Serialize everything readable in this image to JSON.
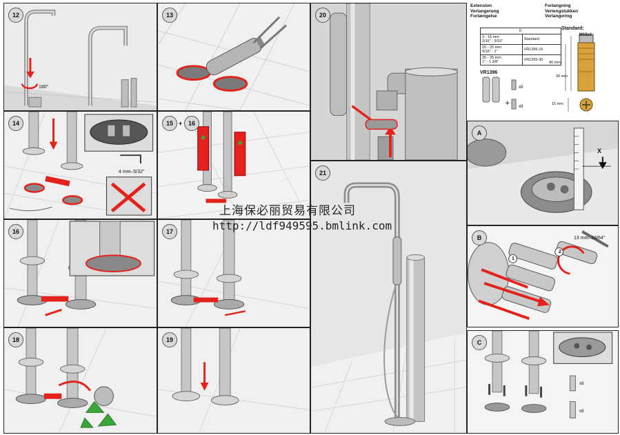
{
  "steps": {
    "s12": "12",
    "s13": "13",
    "s14": "14",
    "s15": "15",
    "plus": "+",
    "s16": "16",
    "s16b": "16",
    "s17": "17",
    "s18": "18",
    "s19": "19",
    "s20": "20",
    "s21": "21",
    "sA": "A",
    "sB": "B",
    "sC": "C"
  },
  "labels": {
    "rotate": "180°",
    "allen_key": "4 mm–5/32\"",
    "wrench": "13 mm–33/64\"",
    "x_marker": "X",
    "qty1": "x8",
    "qty2": "x8",
    "qty3": "x8",
    "qty4": "x8",
    "turn1": "1",
    "turn2": "2"
  },
  "extension": {
    "title_lines": [
      "Extension",
      "Verlangerung",
      "Forlængelse"
    ],
    "title_lines_right": [
      "Forlangning",
      "Verlengstukken",
      "Verlangering"
    ],
    "standard_label": "Standard:",
    "table_header": "X:",
    "rows": [
      {
        "range": "3 - 15 mm\n2/16\" - 9/16\"",
        "code": "Standard"
      },
      {
        "range": "15 - 25 mm\n9/16\" - 1\"",
        "code": "VR1395-15"
      },
      {
        "range": "25 - 35 mm\n1\" - 1 3/8\"",
        "code": "VR1395-30"
      }
    ],
    "part_code": "VR1396",
    "qty_a": "x8",
    "qty_b": "x8",
    "thread": "M15x1",
    "dim_total": "40 mm",
    "dim_inner": "30 mm",
    "dim_small": "15 mm"
  },
  "watermark": {
    "company": "上海保必丽贸易有限公司",
    "url": "http://ldf949595.bmlink.com"
  },
  "colors": {
    "accent": "#e3231b",
    "recycle": "#3aa53a",
    "metal": "#c8c8c8",
    "brass": "#d8a23a"
  }
}
